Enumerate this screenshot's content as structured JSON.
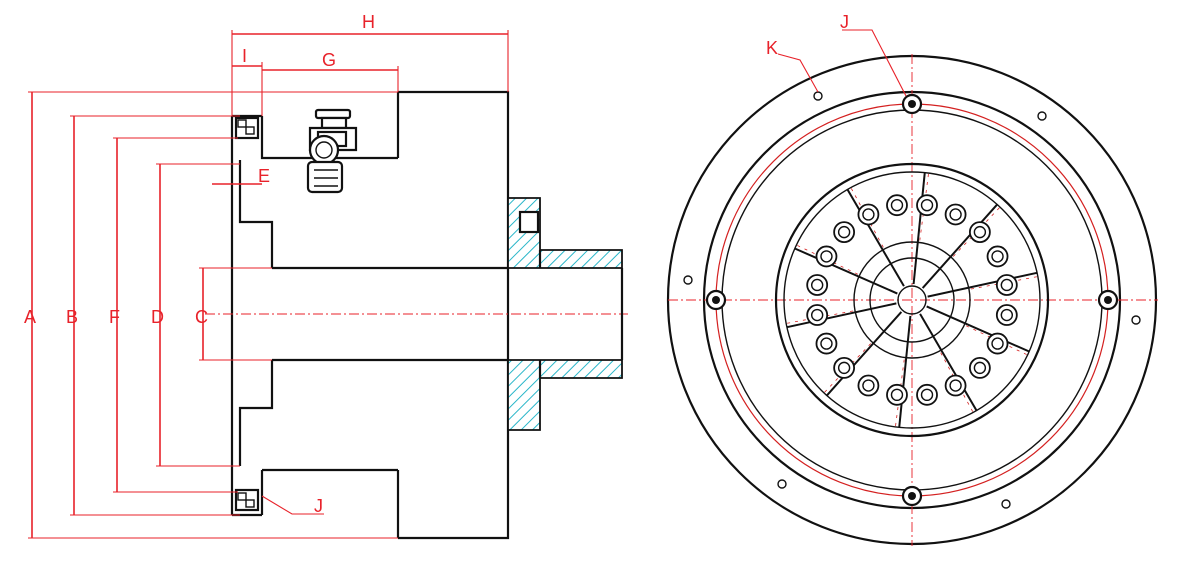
{
  "side_view": {
    "dimension_labels": {
      "A": "A",
      "B": "B",
      "F": "F",
      "D": "D",
      "C": "C",
      "H": "H",
      "I": "I",
      "G": "G",
      "E": "E",
      "J": "J"
    }
  },
  "front_view": {
    "callout_labels": {
      "K": "K",
      "J": "J"
    },
    "radial_holes_count": 20
  },
  "colors": {
    "dimension": "#e8222a",
    "outline": "#111111",
    "hatch": "#29b6c9"
  }
}
